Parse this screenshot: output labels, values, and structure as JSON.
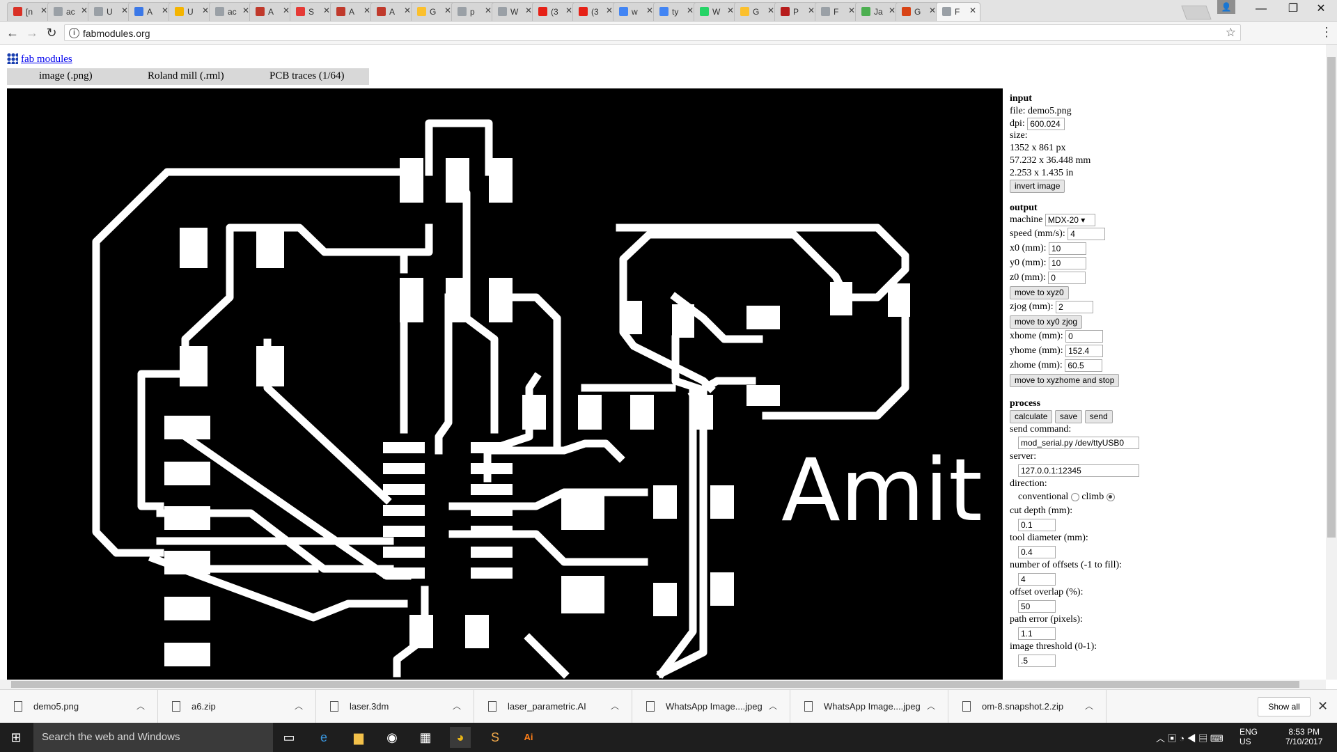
{
  "tabs": [
    {
      "title": "[n",
      "color": "#d93025"
    },
    {
      "title": "ac",
      "color": "#9aa0a6"
    },
    {
      "title": "U",
      "color": "#9aa0a6"
    },
    {
      "title": "A",
      "color": "#3b78e7"
    },
    {
      "title": "U",
      "color": "#f4b400"
    },
    {
      "title": "ac",
      "color": "#9aa0a6"
    },
    {
      "title": "A",
      "color": "#c0392b"
    },
    {
      "title": "S",
      "color": "#e53935"
    },
    {
      "title": "A",
      "color": "#c0392b"
    },
    {
      "title": "A",
      "color": "#c0392b"
    },
    {
      "title": "G",
      "color": "#fbc02d"
    },
    {
      "title": "p",
      "color": "#9aa0a6"
    },
    {
      "title": "W",
      "color": "#9aa0a6"
    },
    {
      "title": "(3",
      "color": "#e62117"
    },
    {
      "title": "(3",
      "color": "#e62117"
    },
    {
      "title": "w",
      "color": "#4285f4"
    },
    {
      "title": "ty",
      "color": "#4285f4"
    },
    {
      "title": "W",
      "color": "#25d366"
    },
    {
      "title": "G",
      "color": "#fbc02d"
    },
    {
      "title": "P",
      "color": "#b71c1c"
    },
    {
      "title": "F",
      "color": "#9aa0a6"
    },
    {
      "title": "Ja",
      "color": "#4caf50"
    },
    {
      "title": "G",
      "color": "#d84315"
    },
    {
      "title": "F",
      "color": "#9aa0a6"
    }
  ],
  "window": {
    "minimize": "—",
    "maximize": "❐",
    "close": "✕"
  },
  "address": {
    "url": "fabmodules.org"
  },
  "page": {
    "logo": "fab modules",
    "menu": [
      "image (.png)",
      "Roland mill (.rml)",
      "PCB traces (1/64)"
    ],
    "board_text": "Amit"
  },
  "panel": {
    "input": {
      "heading": "input",
      "file": "file: demo5.png",
      "dpi_label": "dpi:",
      "dpi": "600.024",
      "size_label": "size:",
      "px": "1352 x 861 px",
      "mm": "57.232 x 36.448 mm",
      "in": "2.253 x 1.435 in",
      "invert": "invert image"
    },
    "output": {
      "heading": "output",
      "machine_label": "machine",
      "machine": "MDX-20 ▾",
      "speed_label": "speed (mm/s):",
      "speed": "4",
      "x0_label": "x0 (mm):",
      "x0": "10",
      "y0_label": "y0 (mm):",
      "y0": "10",
      "z0_label": "z0 (mm):",
      "z0": "0",
      "move_xyz0": "move to xyz0",
      "zjog_label": "zjog (mm):",
      "zjog": "2",
      "move_xy0": "move to xy0 zjog",
      "xhome_label": "xhome (mm):",
      "xhome": "0",
      "yhome_label": "yhome (mm):",
      "yhome": "152.4",
      "zhome_label": "zhome (mm):",
      "zhome": "60.5",
      "move_home": "move to xyzhome and stop"
    },
    "process": {
      "heading": "process",
      "calculate": "calculate",
      "save": "save",
      "send": "send",
      "send_command_label": "send command:",
      "send_command": "mod_serial.py /dev/ttyUSB0",
      "server_label": "server:",
      "server": "127.0.0.1:12345",
      "direction_label": "direction:",
      "conventional": "conventional",
      "climb": "climb",
      "cut_depth_label": "cut depth (mm):",
      "cut_depth": "0.1",
      "tool_diameter_label": "tool diameter (mm):",
      "tool_diameter": "0.4",
      "offsets_label": "number of offsets (-1 to fill):",
      "offsets": "4",
      "overlap_label": "offset overlap (%):",
      "overlap": "50",
      "path_error_label": "path error (pixels):",
      "path_error": "1.1",
      "threshold_label": "image threshold (0-1):",
      "threshold": ".5"
    }
  },
  "downloads": {
    "items": [
      {
        "name": "demo5.png"
      },
      {
        "name": "a6.zip"
      },
      {
        "name": "laser.3dm"
      },
      {
        "name": "laser_parametric.AI"
      },
      {
        "name": "WhatsApp Image....jpeg"
      },
      {
        "name": "WhatsApp Image....jpeg"
      },
      {
        "name": "om-8.snapshot.2.zip"
      }
    ],
    "show_all": "Show all"
  },
  "taskbar": {
    "search": "Search the web and Windows",
    "lang": "ENG",
    "region": "US",
    "time": "8:53 PM",
    "date": "7/10/2017"
  }
}
